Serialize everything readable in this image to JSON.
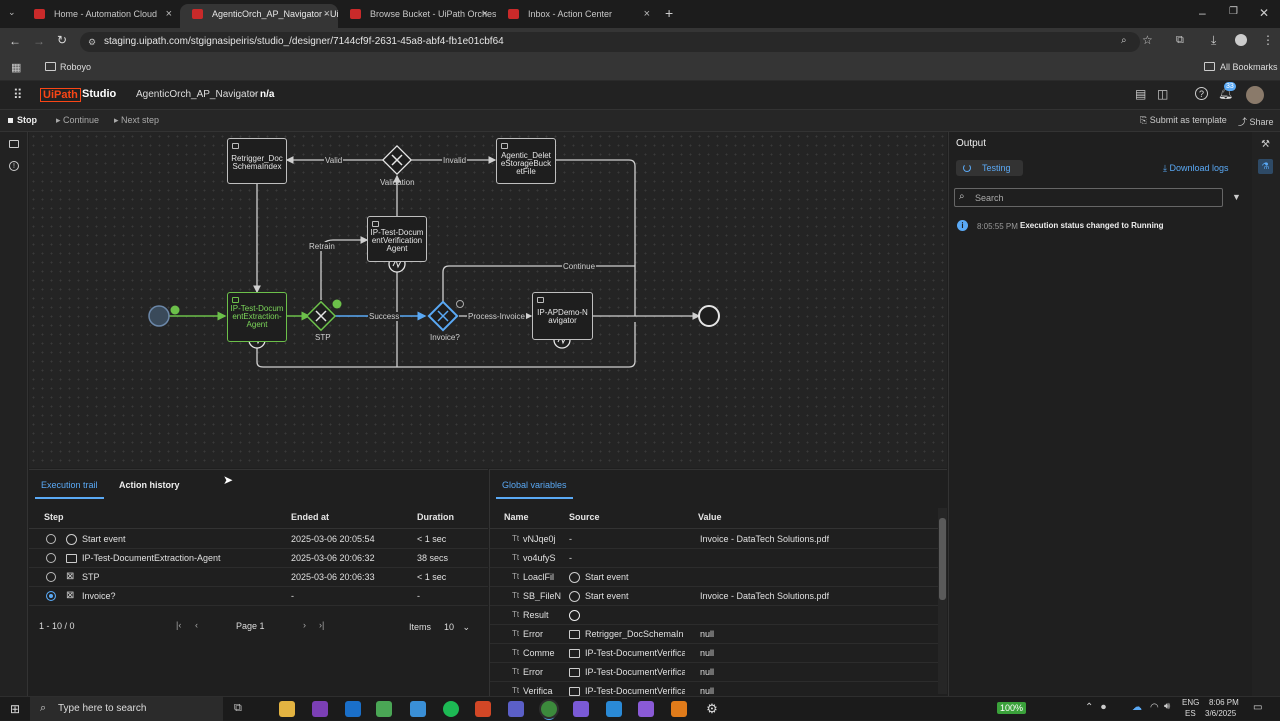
{
  "browser": {
    "tabs": [
      {
        "label": "Home - Automation Cloud"
      },
      {
        "label": "AgenticOrch_AP_Navigator - Ui"
      },
      {
        "label": "Browse Bucket - UiPath Orches"
      },
      {
        "label": "Inbox - Action Center"
      }
    ],
    "url": "staging.uipath.com/stgignasipeiris/studio_/designer/7144cf9f-2631-45a8-abf4-fb1e01cbf64",
    "bookmark": "Roboyo",
    "all_bookmarks": "All Bookmarks"
  },
  "app": {
    "brand": "UiPath",
    "product": "Studio",
    "breadcrumb_project": "AgenticOrch_AP_Navigator",
    "breadcrumb_sep": ">",
    "breadcrumb_item": "n/a",
    "notification_count": "33"
  },
  "toolbar": {
    "stop": "Stop",
    "continue": "Continue",
    "next_step": "Next step",
    "submit_template": "Submit as template",
    "share": "Share"
  },
  "canvas": {
    "nodes": {
      "retrigger": "Retrigger_DocSchemaIndex",
      "delete_storage": "Agentic_DeleteStorageBucketFile",
      "verification": "IP-Test-DocumentVerificationAgent",
      "extraction": "IP-Test-DocumentExtraction-Agent",
      "navigator": "IP-APDemo-Navigator"
    },
    "gateways": {
      "validation": "Validation",
      "stp": "STP",
      "invoice": "Invoice?"
    },
    "flows": {
      "valid": "Valid",
      "invalid": "Invalid",
      "retrain": "Retrain",
      "success": "Success",
      "continue": "Continue",
      "process_invoice": "Process-Invoice"
    }
  },
  "output": {
    "title": "Output",
    "status": "Testing",
    "download": "Download logs",
    "search_placeholder": "Search",
    "log": {
      "time": "8:05:55 PM",
      "message": "Execution status changed to Running"
    }
  },
  "trail": {
    "tabs": [
      "Execution trail",
      "Action history"
    ],
    "headers": {
      "step": "Step",
      "ended": "Ended at",
      "duration": "Duration"
    },
    "rows": [
      {
        "step": "Start event",
        "ended": "2025-03-06 20:05:54",
        "duration": "< 1 sec"
      },
      {
        "step": "IP-Test-DocumentExtraction-Agent",
        "ended": "2025-03-06 20:06:32",
        "duration": "38 secs"
      },
      {
        "step": "STP",
        "ended": "2025-03-06 20:06:33",
        "duration": "< 1 sec"
      },
      {
        "step": "Invoice?",
        "ended": "-",
        "duration": "-"
      }
    ],
    "pagination": {
      "range": "1 - 10 / 0",
      "page": "Page 1",
      "items_label": "Items",
      "items_value": "10"
    }
  },
  "globals": {
    "tab": "Global variables",
    "headers": {
      "name": "Name",
      "source": "Source",
      "value": "Value"
    },
    "rows": [
      {
        "type": "Tt",
        "name": "vNJqe0j",
        "source": "-",
        "value": "Invoice - DataTech Solutions.pdf"
      },
      {
        "type": "Tt",
        "name": "vo4ufyS",
        "source": "-",
        "value": ""
      },
      {
        "type": "Tt",
        "name": "LoaclFil",
        "source": "Start event",
        "value": ""
      },
      {
        "type": "Tt",
        "name": "SB_FileN",
        "source": "Start event",
        "value": "Invoice - DataTech Solutions.pdf"
      },
      {
        "type": "Tt",
        "name": "Result",
        "source": "",
        "value": ""
      },
      {
        "type": "Tt",
        "name": "Error",
        "source": "Retrigger_DocSchemaIn",
        "value": "null"
      },
      {
        "type": "Tt",
        "name": "Comme",
        "source": "IP-Test-DocumentVerifica",
        "value": "null"
      },
      {
        "type": "Tt",
        "name": "Error",
        "source": "IP-Test-DocumentVerifica",
        "value": "null"
      },
      {
        "type": "Tt",
        "name": "Verifica",
        "source": "IP-Test-DocumentVerifica",
        "value": "null"
      }
    ]
  },
  "taskbar": {
    "search_placeholder": "Type here to search",
    "battery": "100%",
    "lang": "ENG",
    "region": "ES",
    "time": "8:06 PM",
    "date": "3/6/2025"
  }
}
